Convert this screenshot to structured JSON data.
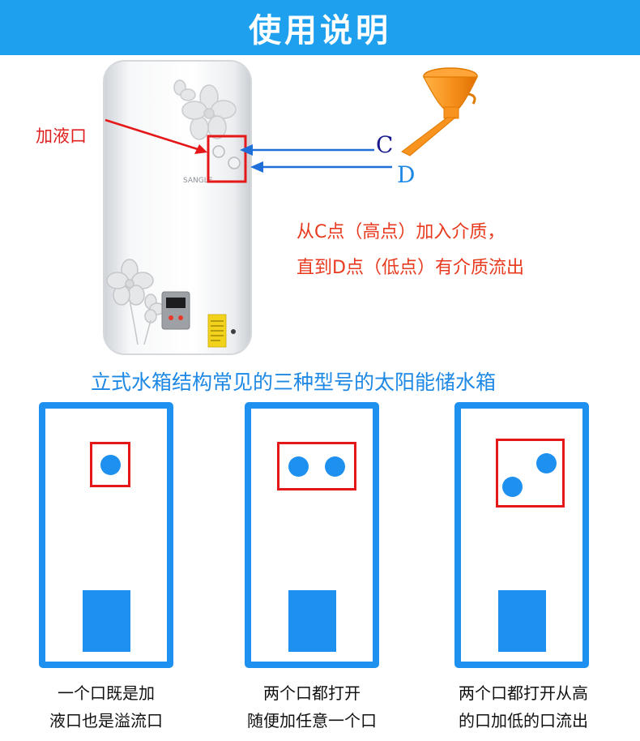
{
  "header": {
    "title": "使用说明"
  },
  "illustration": {
    "brand": "SANGLE",
    "fill_port_label": "加液口",
    "point_c": "C",
    "point_d": "D",
    "instruction_line1": "从C点（高点）加入介质，",
    "instruction_line2": "直到D点（低点）有介质流出"
  },
  "diagrams": {
    "subtitle": "立式水箱结构常见的三种型号的太阳能储水箱",
    "models": [
      {
        "ports": 1,
        "caption_line1": "一个口既是加",
        "caption_line2": "液口也是溢流口"
      },
      {
        "ports": 2,
        "caption_line1": "两个口都打开",
        "caption_line2": "随便加任意一个口"
      },
      {
        "ports": 2,
        "caption_line1": "两个口都打开从高",
        "caption_line2": "的口加低的口流出"
      }
    ]
  },
  "colors": {
    "header_bg": "#1ea0ee",
    "diagram_blue": "#1e90f0",
    "highlight_red": "#e41818",
    "instruction_text": "#e83a1e",
    "funnel_orange": "#f7931e"
  }
}
